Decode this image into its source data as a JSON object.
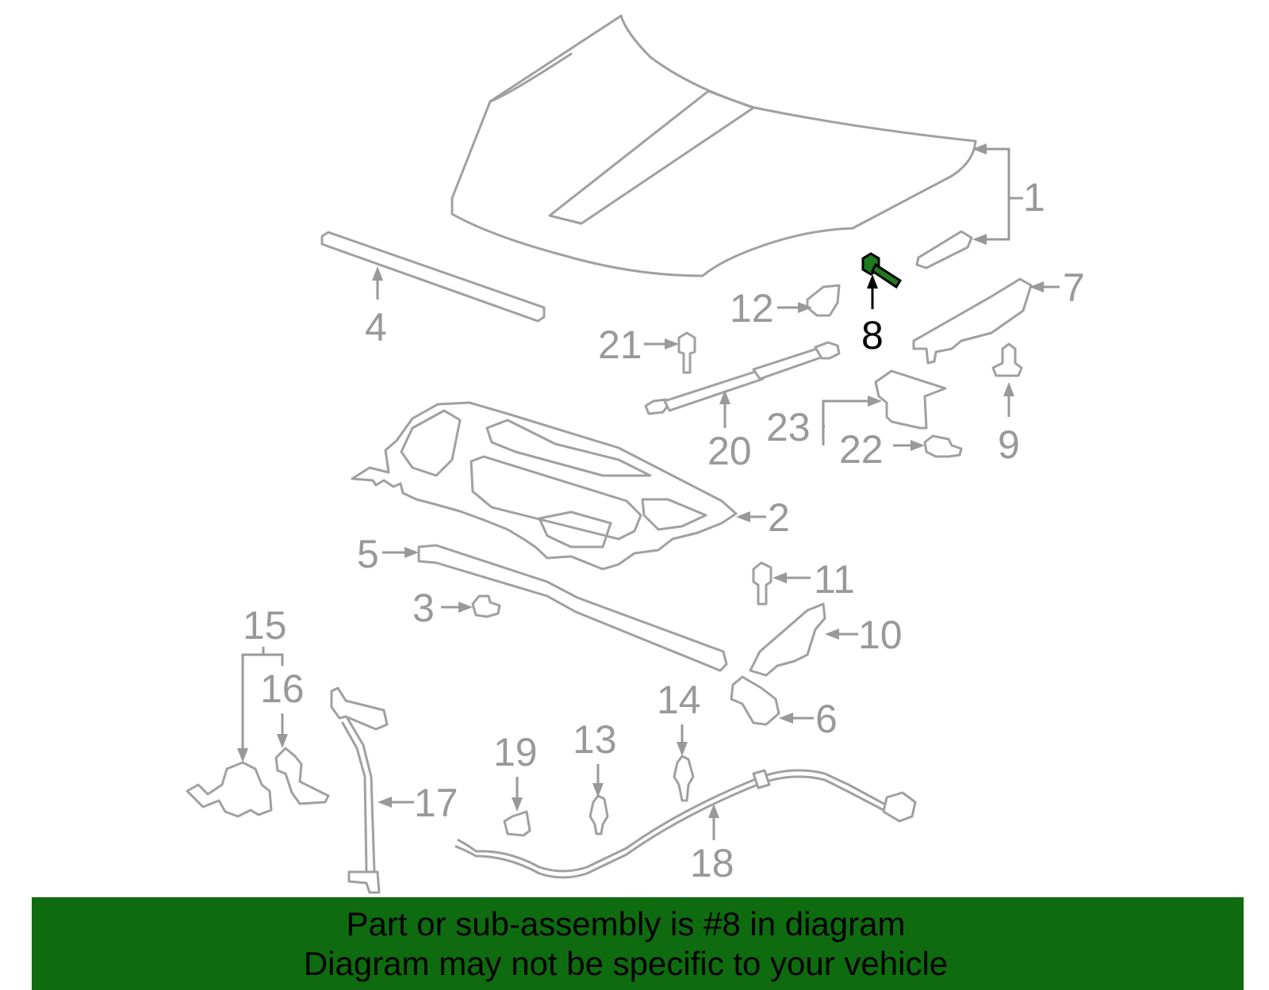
{
  "diagram": {
    "highlight_part": "8",
    "highlight_color": "#1f7a1f",
    "callouts": [
      "1",
      "2",
      "3",
      "4",
      "5",
      "6",
      "7",
      "8",
      "9",
      "10",
      "11",
      "12",
      "13",
      "14",
      "15",
      "16",
      "17",
      "18",
      "19",
      "20",
      "21",
      "22",
      "23"
    ]
  },
  "banner": {
    "line1": "Part or sub-assembly is #8 in diagram",
    "line2": "Diagram may not be specific to your vehicle",
    "background": "#0f6b0f"
  }
}
